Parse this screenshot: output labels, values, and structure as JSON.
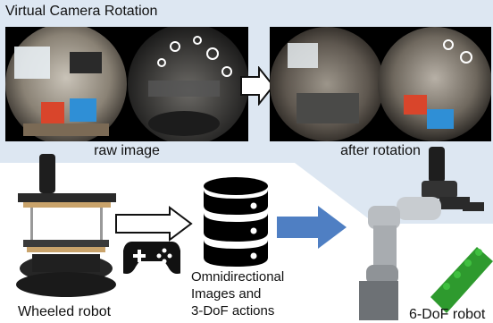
{
  "panel": {
    "title": "Virtual Camera Rotation",
    "raw_caption": "raw image",
    "rotated_caption": "after rotation"
  },
  "robots": {
    "wheeled_label": "Wheeled robot",
    "arm_label": "6-DoF robot"
  },
  "dataset": {
    "line1": "Omnidirectional",
    "line2": "Images and",
    "line3": "3-DoF actions"
  },
  "icons": {
    "gamepad": "gamepad-icon",
    "database": "database-icon",
    "arrow_right": "arrow-right-icon",
    "arrow_blue": "arrow-right-blue-icon"
  },
  "colors": {
    "panel_bg": "#dde7f2",
    "blue_arrow": "#4f7fc3",
    "lego": "#2e9a2e"
  }
}
